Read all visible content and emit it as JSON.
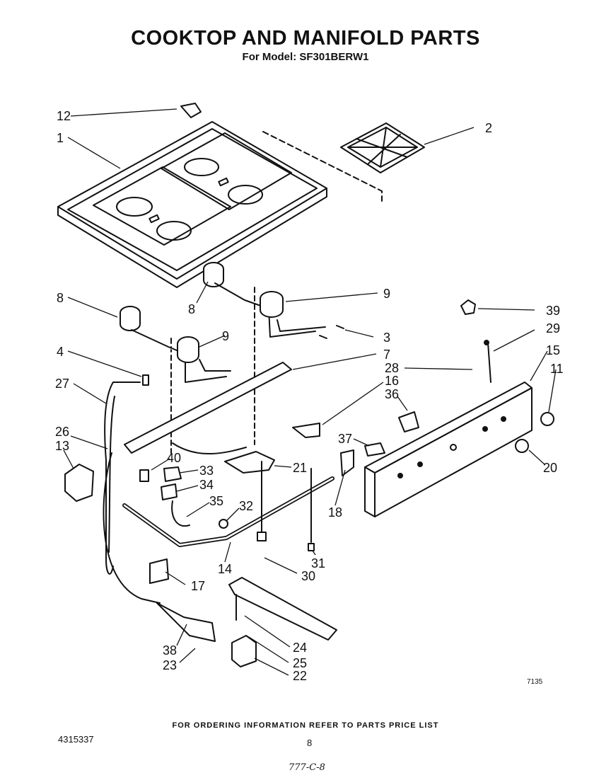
{
  "title": "COOKTOP AND MANIFOLD PARTS",
  "subtitle": "For Model: SF301BERW1",
  "figure_code": "7135",
  "footer_note": "FOR ORDERING INFORMATION REFER TO PARTS PRICE LIST",
  "doc_number": "4315337",
  "page_number": "8",
  "handwritten_code": "777-C-8",
  "callouts": [
    "12",
    "1",
    "2",
    "8",
    "9",
    "8",
    "9",
    "3",
    "39",
    "29",
    "4",
    "7",
    "15",
    "27",
    "28",
    "16",
    "11",
    "36",
    "26",
    "13",
    "40",
    "37",
    "33",
    "21",
    "20",
    "34",
    "35",
    "32",
    "18",
    "14",
    "31",
    "30",
    "17",
    "38",
    "24",
    "23",
    "25",
    "22"
  ]
}
